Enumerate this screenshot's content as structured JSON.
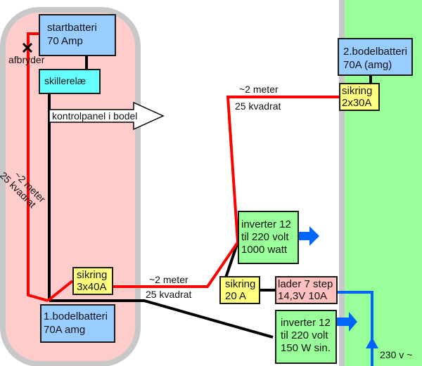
{
  "diagram": {
    "title": "",
    "colors": {
      "zone_left": "#ffcccc",
      "zone_left_border": "#c8c8c8",
      "zone_right": "#99ff99",
      "cable_positive": "#ff0000",
      "cable_negative": "#000000",
      "ac_flow": "#0066ff"
    },
    "components": {
      "startbatteri": {
        "line1": "startbatteri",
        "line2": "70 Amp"
      },
      "skillerelae": {
        "line1": "skillerelæ"
      },
      "kontrolpanel": {
        "line1": "kontrolpanel i bodel"
      },
      "bodel1": {
        "line1": "1.bodelbatteri",
        "line2": "70A amg"
      },
      "sikring_3x40": {
        "line1": "sikring",
        "line2": "3x40A"
      },
      "bodel2": {
        "line1": "2.bodelbatteri",
        "line2": "70A (amg)"
      },
      "sikring_2x30": {
        "line1": "sikring",
        "line2": "2x30A"
      },
      "inverter1000": {
        "line1": "inverter 12",
        "line2": "til 220 volt",
        "line3": "1000 watt"
      },
      "sikring_20": {
        "line1": "sikring",
        "line2": "20 A"
      },
      "lader": {
        "line1": "lader 7 step",
        "line2": "14,3V 10A"
      },
      "inverter150": {
        "line1": "inverter 12",
        "line2": "til 220 volt",
        "line3": "150 W sin."
      }
    },
    "labels": {
      "afbryder": "afbryder",
      "cable_left_1": "~2 meter",
      "cable_left_2": "25 kvadrat",
      "cable_mid_1": "~2 meter",
      "cable_mid_2": "25 kvadrat",
      "cable_top_1": "~2 meter",
      "cable_top_2": "25 kvadrat",
      "ac_input": "230 v ~"
    }
  }
}
